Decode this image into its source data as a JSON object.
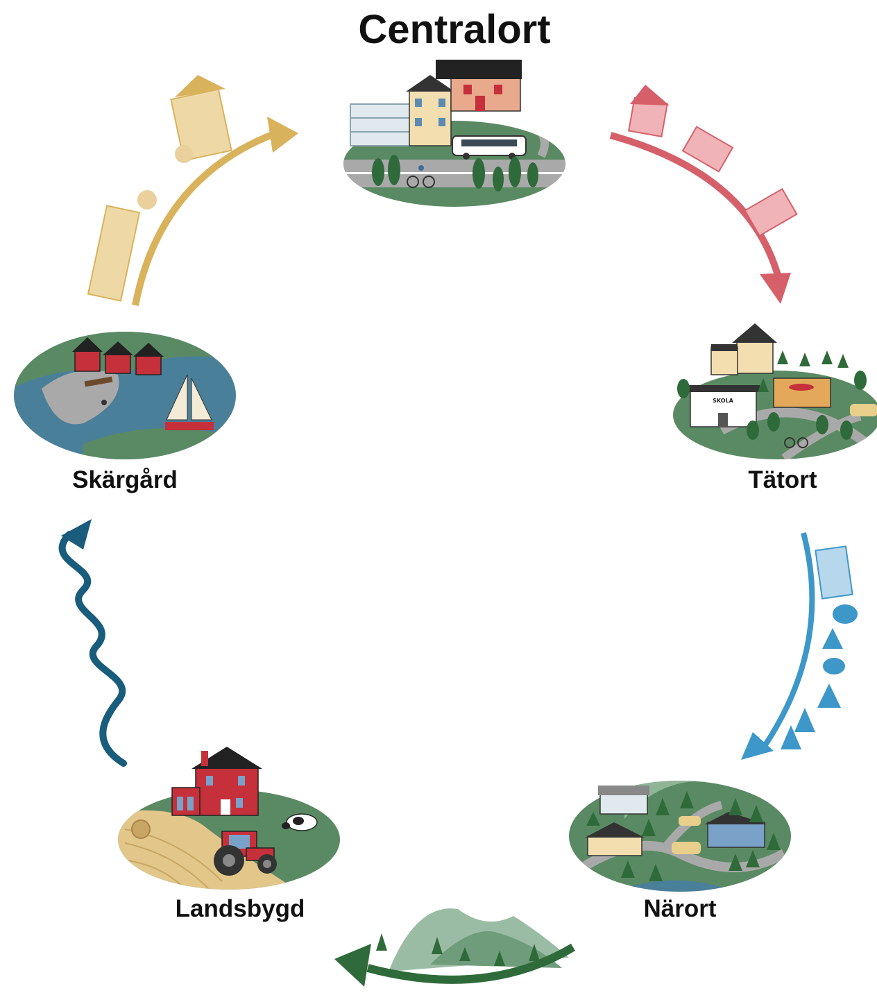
{
  "places": {
    "centralort": "Centralort",
    "tatort": "Tätort",
    "narort": "Närort",
    "landsbygd": "Landsbygd",
    "skargard": "Skärgård"
  },
  "signs": {
    "school": "SKOLA"
  },
  "colors": {
    "arrow_gold": "#d9b25c",
    "arrow_red": "#d6606a",
    "arrow_lightblue": "#3d97c9",
    "arrow_green": "#2f6b3a",
    "arrow_darkblue": "#195c7c",
    "ground_green": "#5a8a63",
    "water_blue": "#4a7f99"
  }
}
